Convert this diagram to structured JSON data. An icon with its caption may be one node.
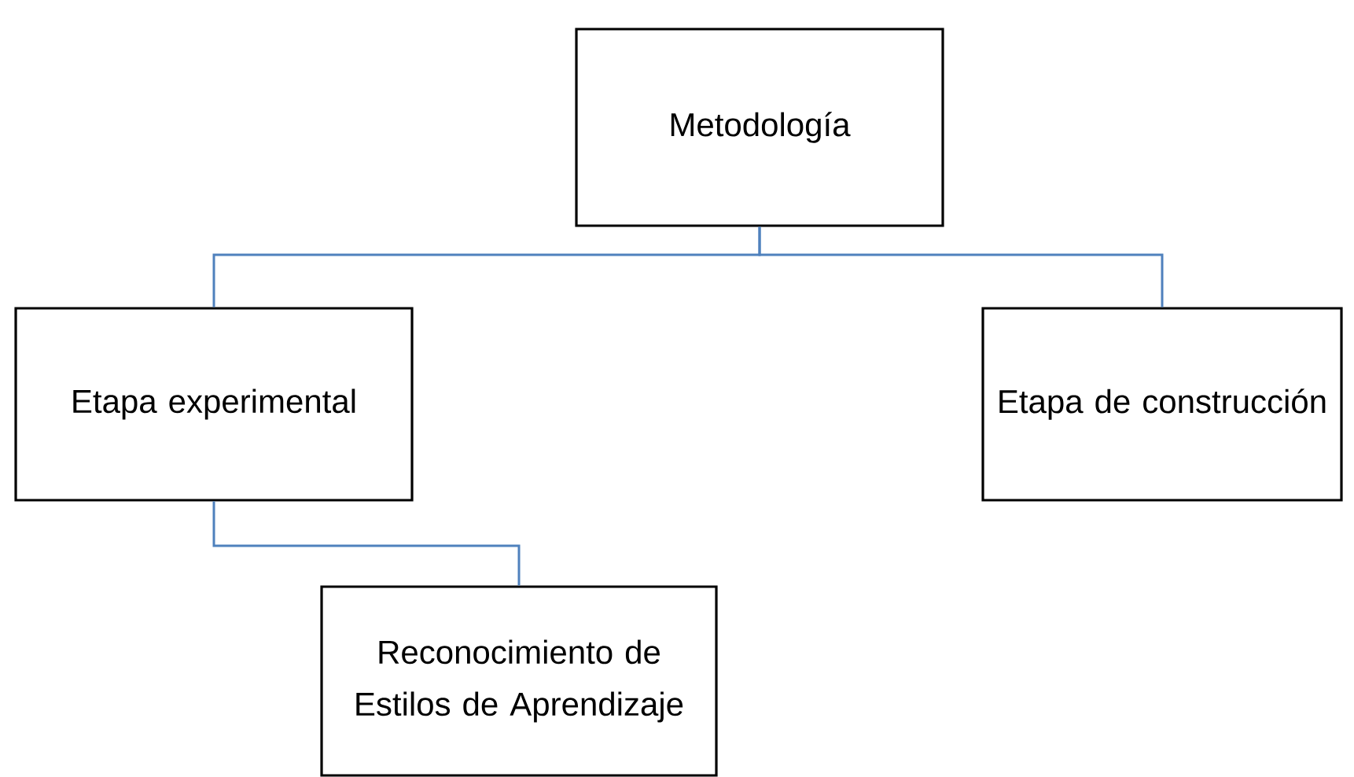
{
  "diagram": {
    "nodes": [
      {
        "text": [
          "Metodología"
        ]
      },
      {
        "text": [
          "Etapa experimental"
        ]
      },
      {
        "text": [
          "Etapa de construcción"
        ]
      },
      {
        "text": [
          "Reconocimiento de Estilos de Aprendizaje"
        ]
      }
    ],
    "edges": [
      {
        "from": 0,
        "to": 1,
        "arrow": "none"
      },
      {
        "from": 0,
        "to": 2,
        "arrow": "none"
      },
      {
        "from": 1,
        "to": 3,
        "arrow": "none"
      }
    ]
  }
}
